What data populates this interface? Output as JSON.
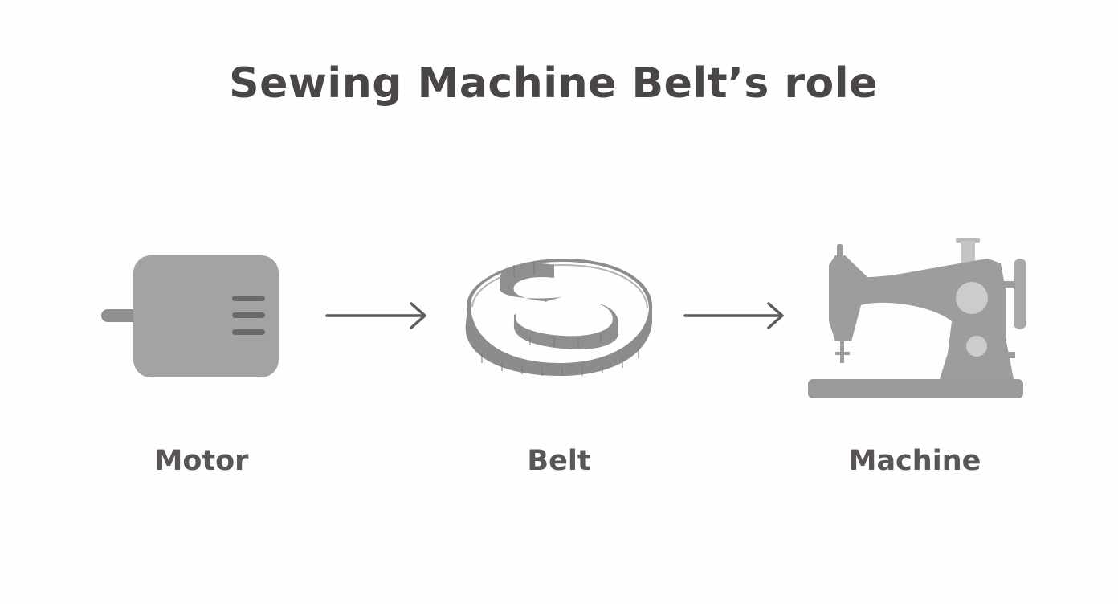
{
  "title": "Sewing Machine Belt’s role",
  "nodes": [
    {
      "id": "motor",
      "label": "Motor",
      "icon": "motor-icon"
    },
    {
      "id": "belt",
      "label": "Belt",
      "icon": "belt-icon"
    },
    {
      "id": "machine",
      "label": "Machine",
      "icon": "sewing-machine-icon"
    }
  ],
  "edges": [
    {
      "from": "motor",
      "to": "belt"
    },
    {
      "from": "belt",
      "to": "machine"
    }
  ],
  "colors": {
    "icon_fill": "#9e9e9e",
    "icon_dark": "#6f6f6f",
    "icon_light": "#c9c9c9",
    "arrow": "#5c5c5c",
    "text": "#4a4546"
  }
}
